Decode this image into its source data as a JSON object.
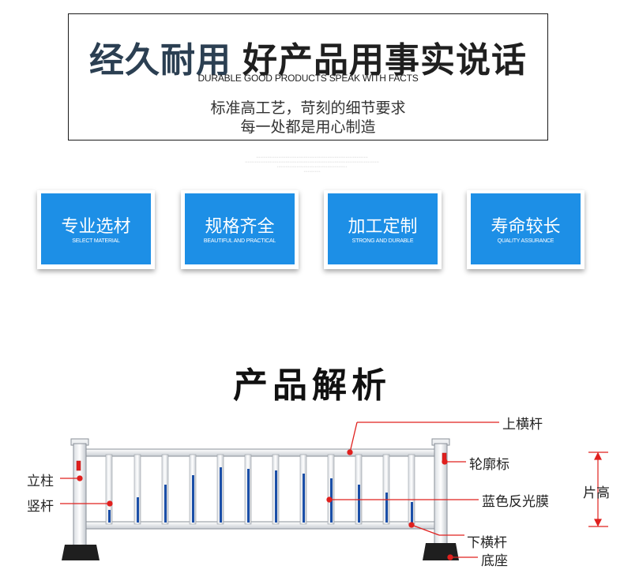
{
  "header": {
    "headline_part1": "经久耐用",
    "headline_part2": "好产品用事实说话",
    "subheadline": "DURABLE GOOD PRODUCTS SPEAK WITH FACTS",
    "description_line1": "标准高工艺，苛刻的细节要求",
    "description_line2": "每一处都是用心制造"
  },
  "features": [
    {
      "title": "专业选材",
      "subtitle": "SELECT MATERIAL"
    },
    {
      "title": "规格齐全",
      "subtitle": "BEAUTIFUL AND PRACTICAL"
    },
    {
      "title": "加工定制",
      "subtitle": "STRONG AND DURABLE"
    },
    {
      "title": "寿命较长",
      "subtitle": "QUALITY ASSURANCE"
    }
  ],
  "analysis": {
    "title": "产品解析",
    "labels": {
      "top_rail": "上横杆",
      "contour_mark": "轮廓标",
      "panel_height": "片高",
      "post": "立柱",
      "vertical_bar": "竖杆",
      "reflective_film": "蓝色反光膜",
      "bottom_rail": "下横杆",
      "base": "底座"
    }
  },
  "colors": {
    "feature_blue": "#1d8fe6",
    "reflective_blue": "#1b4fa8",
    "callout_red": "#e0201e",
    "headline_dark": "#2b3f52"
  }
}
